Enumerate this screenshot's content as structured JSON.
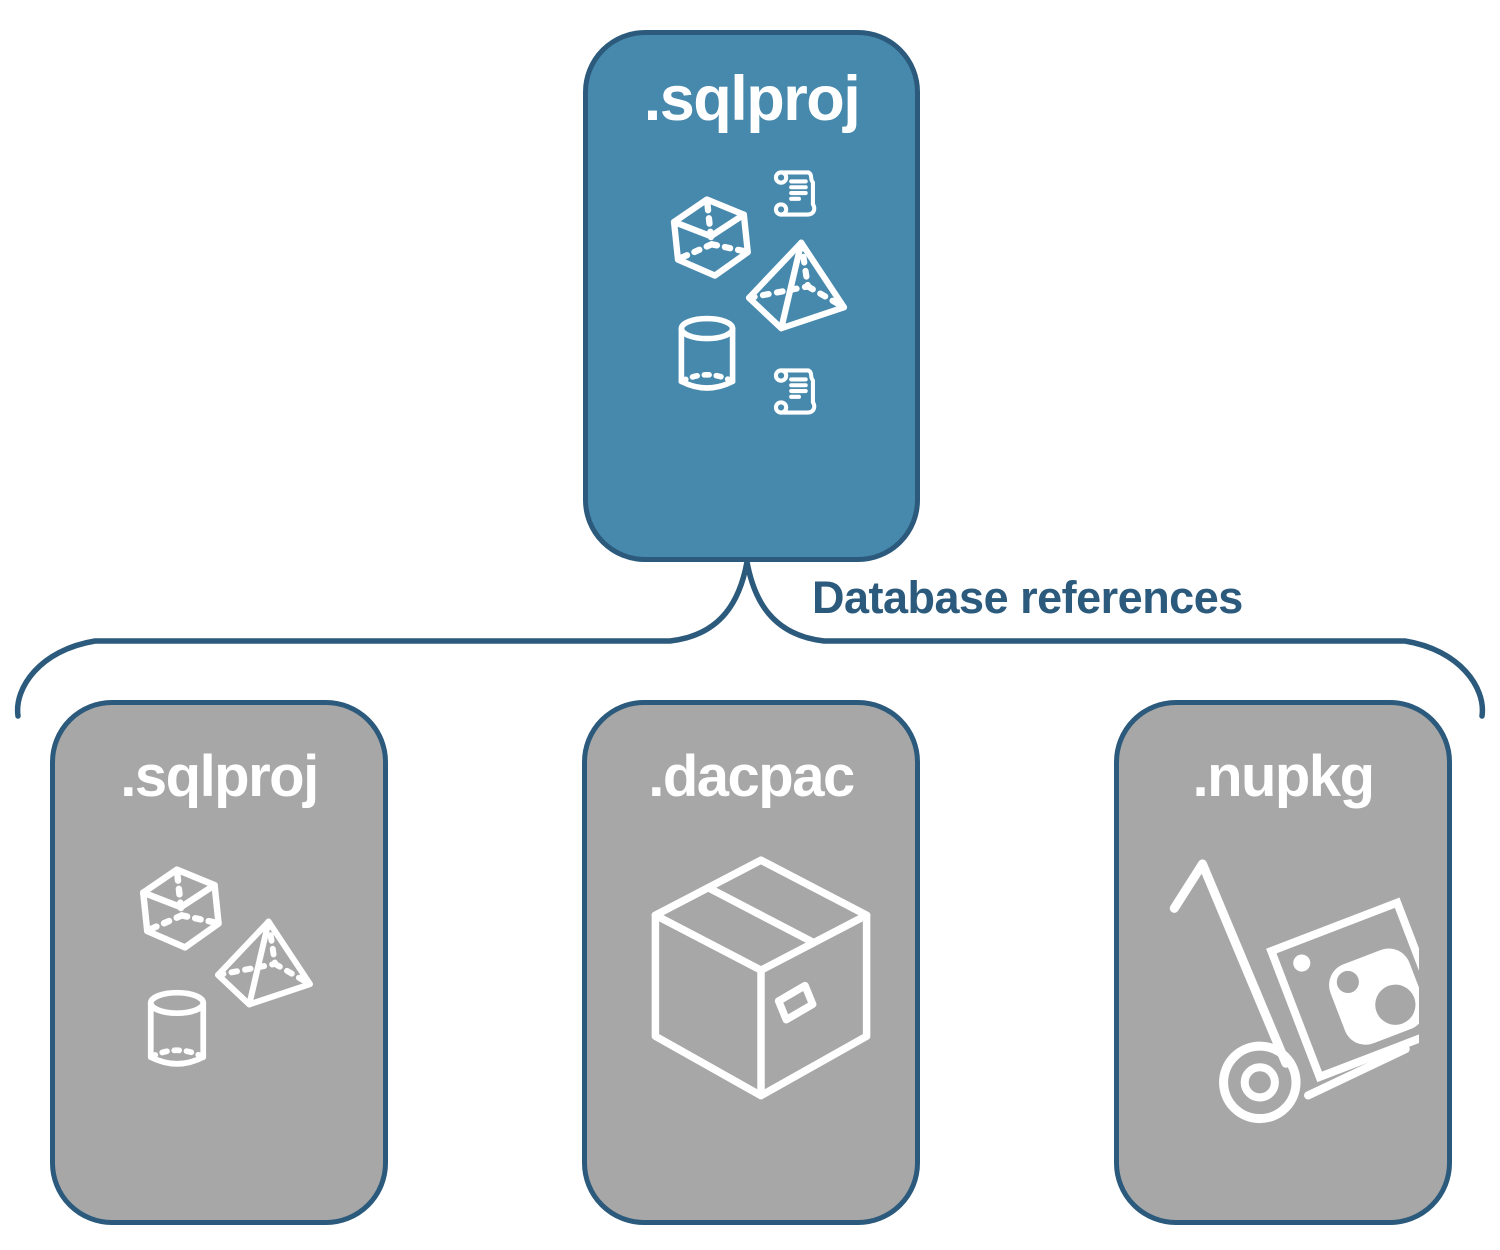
{
  "diagram": {
    "connector_label": "Database references",
    "root": {
      "label": ".sqlproj",
      "icons": [
        "cube-icon",
        "script-scroll-icon",
        "pyramid-icon",
        "database-cylinder-icon",
        "script-scroll-icon"
      ]
    },
    "children": [
      {
        "label": ".sqlproj",
        "icons": [
          "cube-icon",
          "pyramid-icon",
          "database-cylinder-icon"
        ]
      },
      {
        "label": ".dacpac",
        "icons": [
          "package-box-icon"
        ]
      },
      {
        "label": ".nupkg",
        "icons": [
          "nuget-hand-truck-icon"
        ]
      }
    ],
    "colors": {
      "root_fill": "#4789ad",
      "child_fill": "#a7a7a7",
      "outline": "#2b5a7c",
      "label_text": "#ffffff"
    }
  }
}
